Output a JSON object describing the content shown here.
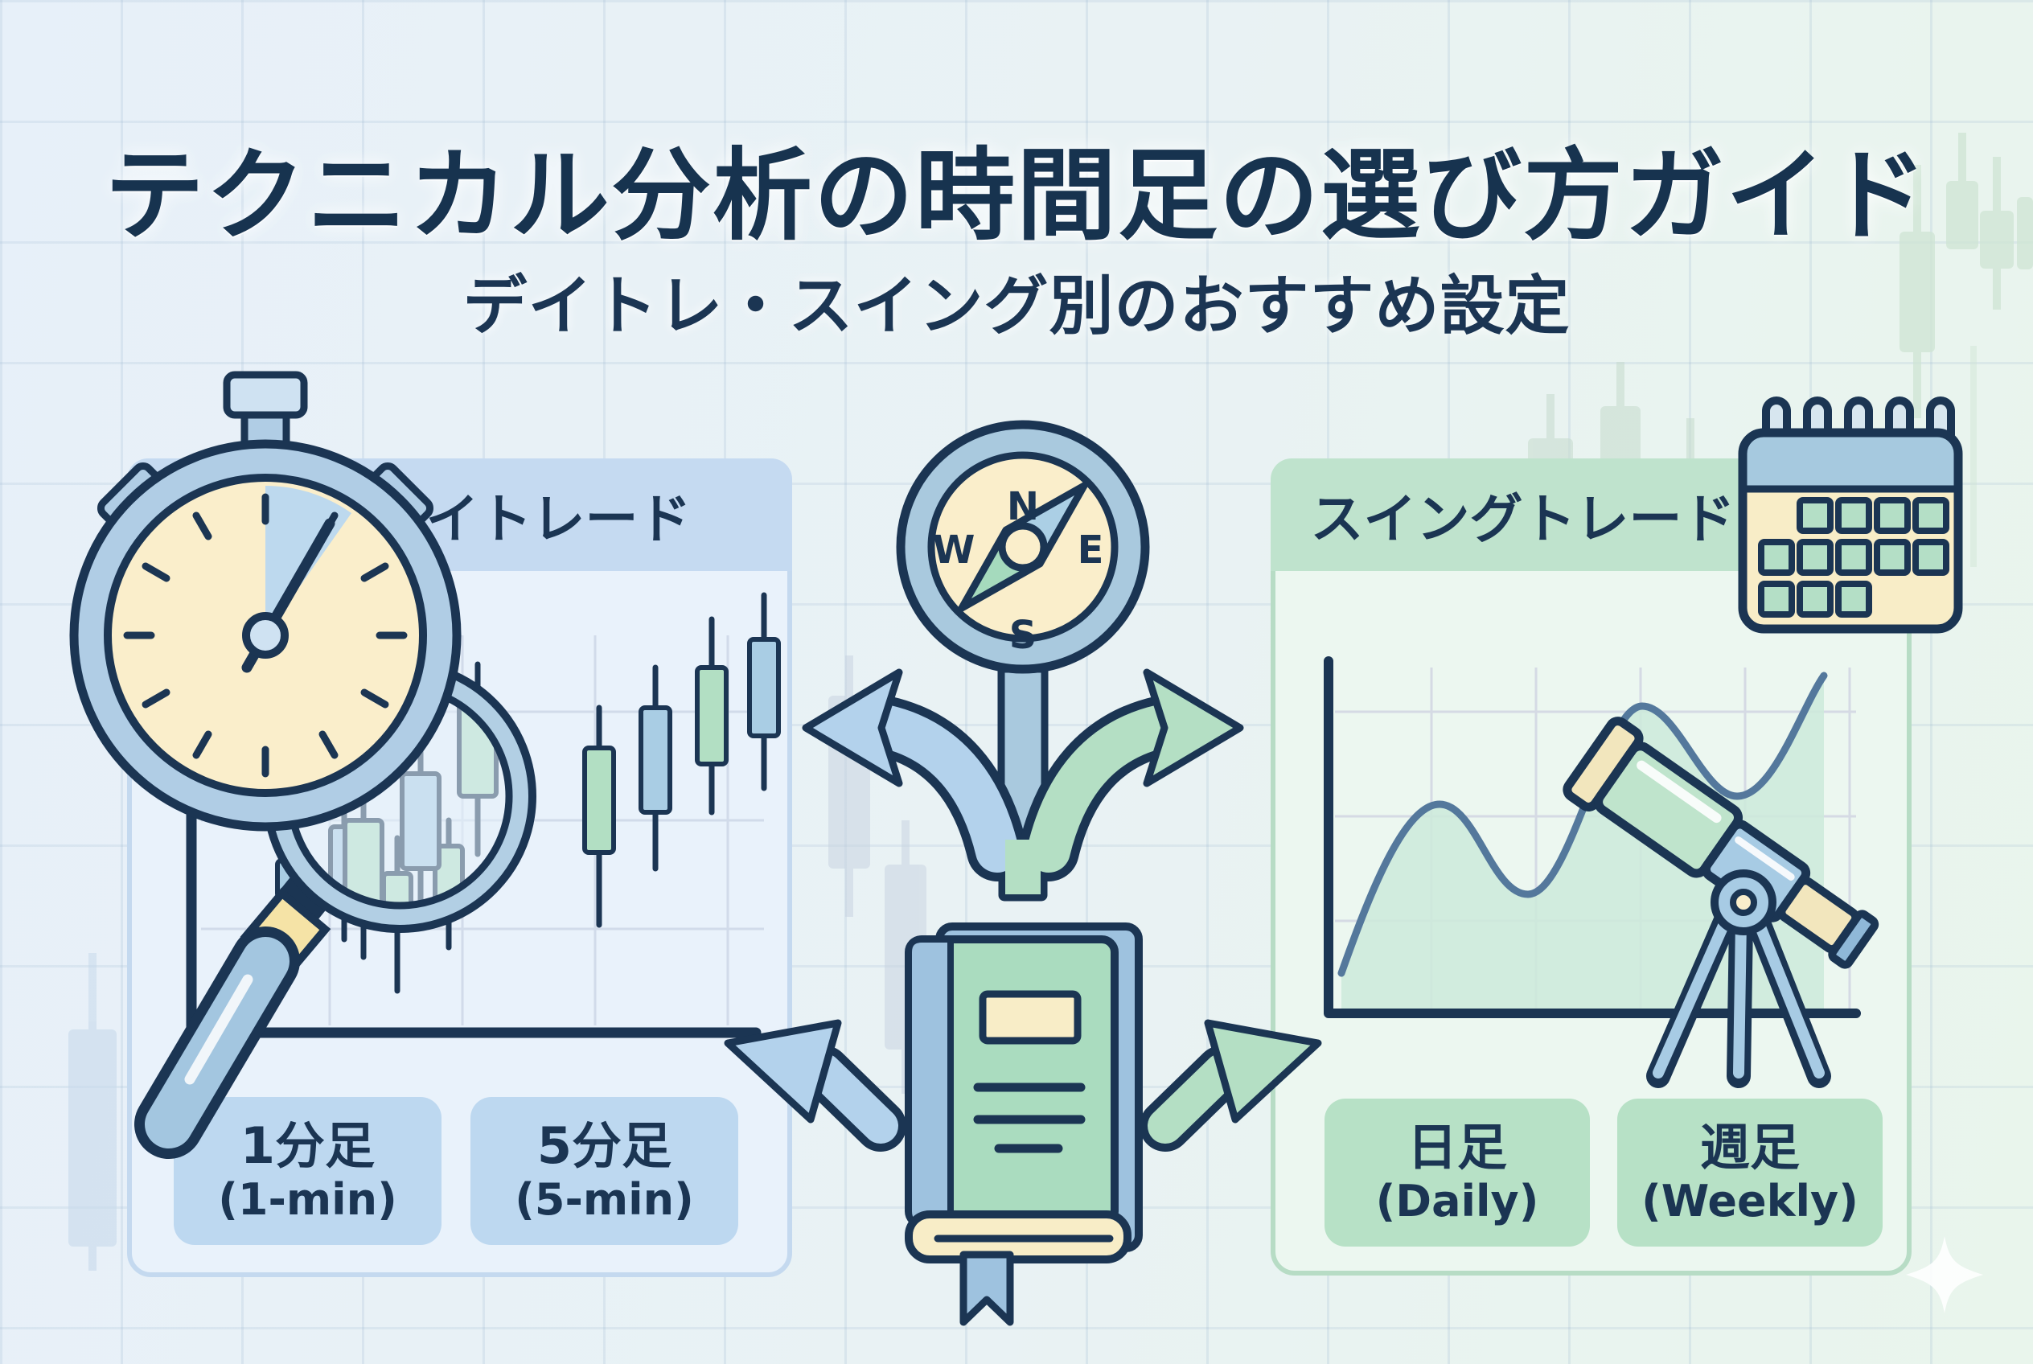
{
  "title": "テクニカル分析の時間足の選び方ガイド",
  "subtitle": "デイトレ・スイング別のおすすめ設定",
  "day_panel": {
    "header": "デイトレード",
    "badges": [
      {
        "jp": "1分足",
        "en": "(1-min)"
      },
      {
        "jp": "5分足",
        "en": "(5-min)"
      }
    ]
  },
  "swing_panel": {
    "header": "スイングトレード",
    "badges": [
      {
        "jp": "日足",
        "en": "(Daily)"
      },
      {
        "jp": "週足",
        "en": "(Weekly)"
      }
    ]
  },
  "compass": {
    "north": "N",
    "east": "E",
    "south": "S",
    "west": "W"
  },
  "icons": [
    "stopwatch-icon",
    "magnifier-icon",
    "candlestick-chart",
    "compass-icon",
    "branch-arrows",
    "book-icon",
    "calendar-icon",
    "telescope-icon",
    "line-chart",
    "sparkle-icon"
  ],
  "colors": {
    "navy_outline": "#1b3553",
    "title_navy": "#17334f",
    "panel_blue": "#e9f2fb",
    "band_blue": "#c5daf1",
    "badge_blue": "#bdd8f0",
    "panel_green": "#ecf7f0",
    "band_green": "#bfe3cd",
    "badge_green": "#b7e1c6",
    "candle_blue": "#a9cde4",
    "candle_green": "#b2dfc3",
    "cream": "#f9edc9",
    "arrow_blue": "#b3d2ec",
    "arrow_green": "#b4dfc4"
  }
}
